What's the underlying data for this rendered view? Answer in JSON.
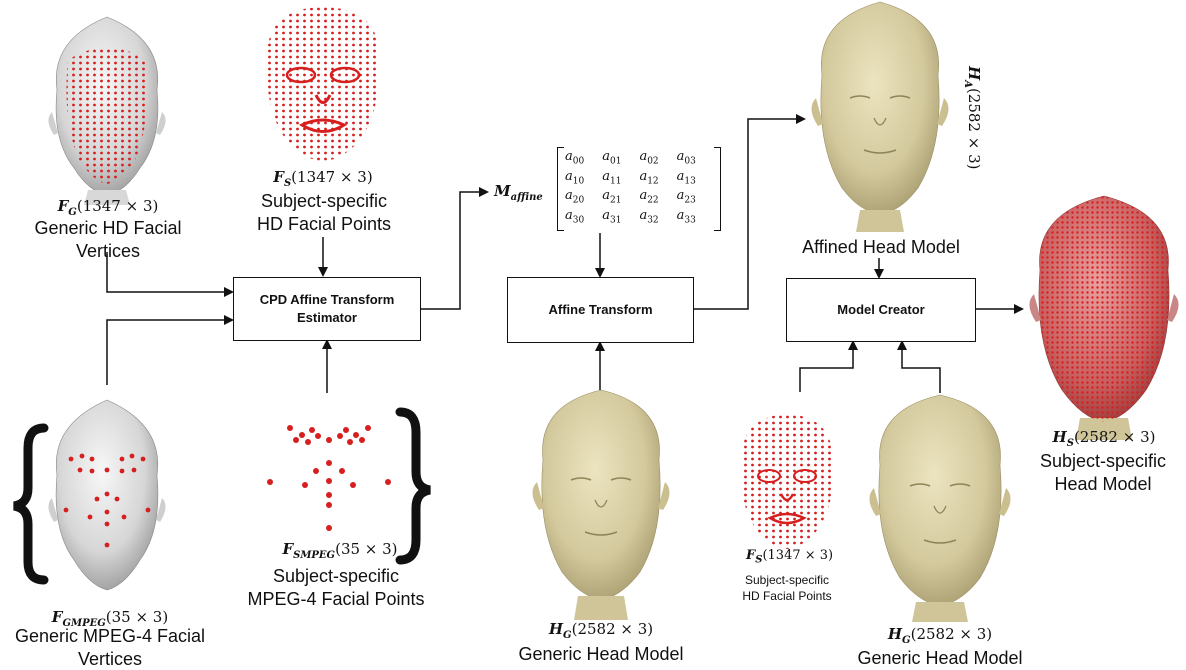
{
  "labels": {
    "fg_symbol": "F",
    "fg_sub": "G",
    "fg_dim": "(1347 × 3)",
    "fg_caption_1": "Generic HD Facial",
    "fg_caption_2": "Vertices",
    "fs_symbol": "F",
    "fs_sub": "S",
    "fs_dim": "(1347 × 3)",
    "fs_caption_1": "Subject-specific",
    "fs_caption_2": "HD Facial Points",
    "fgm_symbol": "F",
    "fgm_sub": "GMPEG",
    "fgm_dim": "(35 × 3)",
    "fgm_caption_1": "Generic MPEG-4 Facial",
    "fgm_caption_2": "Vertices",
    "fsm_symbol": "F",
    "fsm_sub": "SMPEG",
    "fsm_dim": "(35 × 3)",
    "fsm_caption_1": "Subject-specific",
    "fsm_caption_2": "MPEG-4 Facial Points",
    "maffine_symbol": "M",
    "maffine_sub": "affine",
    "ha_symbol": "H",
    "ha_sub": "A",
    "ha_dim": "(2582 × 3)",
    "affined_caption": "Affined Head Model",
    "hg1_symbol": "H",
    "hg1_sub": "G",
    "hg1_dim": "(2582 × 3)",
    "hg1_caption": "Generic Head Model",
    "fs2_symbol": "F",
    "fs2_sub": "S",
    "fs2_dim": "(1347 × 3)",
    "fs2_caption_1": "Subject-specific",
    "fs2_caption_2": "HD Facial Points",
    "hg2_symbol": "H",
    "hg2_sub": "G",
    "hg2_dim": "(2582 × 3)",
    "hg2_caption": "Generic Head Model",
    "hs_symbol": "H",
    "hs_sub": "S",
    "hs_dim": "(2582 × 3)",
    "hs_caption_1": "Subject-specific",
    "hs_caption_2": "Head Model"
  },
  "blocks": {
    "cpd_line1": "CPD Affine Transform",
    "cpd_line2": "Estimator",
    "affine": "Affine Transform",
    "creator": "Model Creator"
  },
  "matrix": [
    [
      "a00",
      "a01",
      "a02",
      "a03"
    ],
    [
      "a10",
      "a11",
      "a12",
      "a13"
    ],
    [
      "a20",
      "a21",
      "a22",
      "a23"
    ],
    [
      "a30",
      "a31",
      "a32",
      "a33"
    ]
  ],
  "colors": {
    "skin": "#d8cfa6",
    "skin_shade": "#b9ad7e",
    "mesh_grey": "#d9d9d9",
    "mesh_grey_shade": "#a9a9a9",
    "points_red": "#d61f1f",
    "line": "#111111"
  }
}
